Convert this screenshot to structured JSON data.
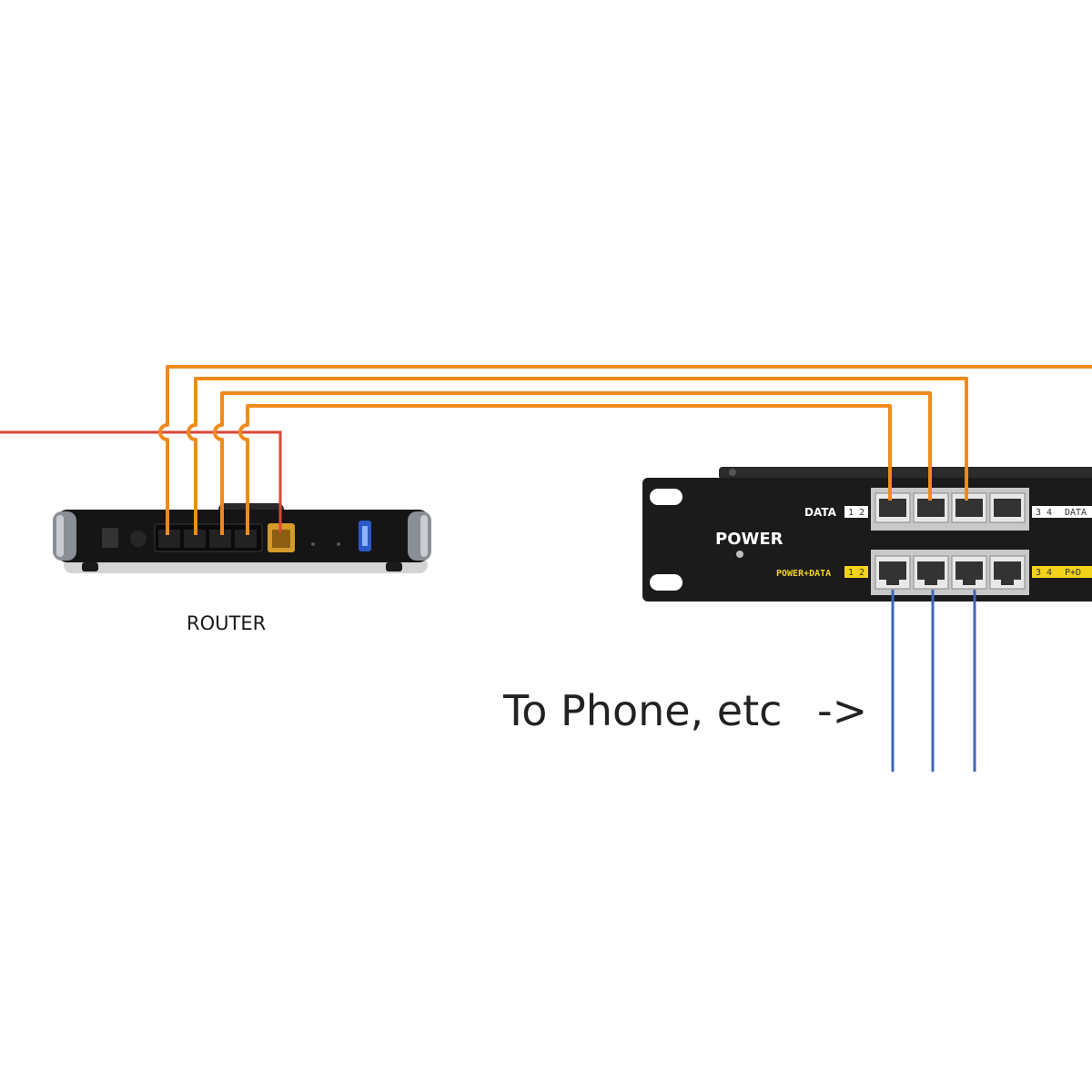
{
  "labels": {
    "router": "ROUTER",
    "to_phone": "To Phone, etc",
    "arrow": "->",
    "power": "POWER",
    "data_row": "DATA",
    "power_data_row": "POWER+DATA",
    "data_ports_left": "1  2",
    "data_ports_right": "3  4",
    "data_right_text": "DATA",
    "pd_ports_left": "1  2",
    "pd_ports_right": "3  4",
    "pd_right_text": "P+D"
  },
  "colors": {
    "data_cable": "#f08a1c",
    "wan_cable": "#d9453a",
    "poe_cable": "#3f67b8",
    "panel": "#1b1b1b",
    "router_body": "#151515",
    "port_frame": "#c8c8c8",
    "highlight_yellow": "#f2d31b"
  }
}
